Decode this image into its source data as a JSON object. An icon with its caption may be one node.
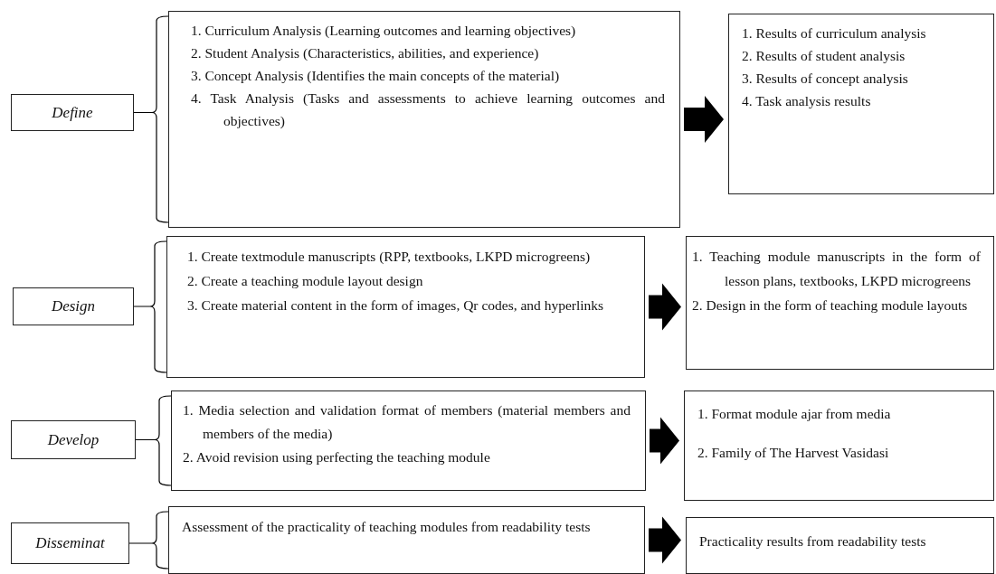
{
  "diagram": {
    "nodes": [
      {
        "text": [
          "Define"
        ]
      },
      {
        "text": [
          "1. Curriculum Analysis (Learning outcomes and learning objectives)",
          "2. Student Analysis (Characteristics, abilities, and experience)",
          "3. Concept Analysis (Identifies the main concepts of the material)",
          "4. Task Analysis (Tasks and assessments to achieve learning outcomes and objectives)"
        ]
      },
      {
        "text": [
          "1. Results of curriculum analysis",
          "2. Results of student analysis",
          "3. Results of concept analysis",
          "4. Task analysis results"
        ]
      },
      {
        "text": [
          "Design"
        ]
      },
      {
        "text": [
          "1. Create textmodule manuscripts (RPP, textbooks, LKPD microgreens)",
          "2. Create a teaching module layout design",
          "3. Create material content in the form of images, Qr codes, and hyperlinks"
        ]
      },
      {
        "text": [
          "1. Teaching module manuscripts in the form of lesson plans, textbooks, LKPD microgreens",
          "2. Design in the form of teaching module layouts"
        ]
      },
      {
        "text": [
          "Develop"
        ]
      },
      {
        "text": [
          "1. Media selection and validation format of members (material members and members of the media)",
          "2. Avoid revision using perfecting the teaching module"
        ]
      },
      {
        "text": [
          "1. Format module ajar from media",
          "2. Family of The Harvest Vasidasi"
        ]
      },
      {
        "text": [
          "Disseminat"
        ]
      },
      {
        "text": [
          "Assessment of the practicality of teaching modules from readability tests"
        ]
      },
      {
        "text": [
          "Practicality results from readability tests"
        ]
      }
    ],
    "edges": [
      {
        "from": 0,
        "to": 1,
        "arrow": "none"
      },
      {
        "from": 1,
        "to": 2,
        "arrow": "to"
      },
      {
        "from": 3,
        "to": 4,
        "arrow": "none"
      },
      {
        "from": 4,
        "to": 5,
        "arrow": "to"
      },
      {
        "from": 6,
        "to": 7,
        "arrow": "none"
      },
      {
        "from": 7,
        "to": 8,
        "arrow": "to"
      },
      {
        "from": 9,
        "to": 10,
        "arrow": "none"
      },
      {
        "from": 10,
        "to": 11,
        "arrow": "to"
      }
    ]
  }
}
